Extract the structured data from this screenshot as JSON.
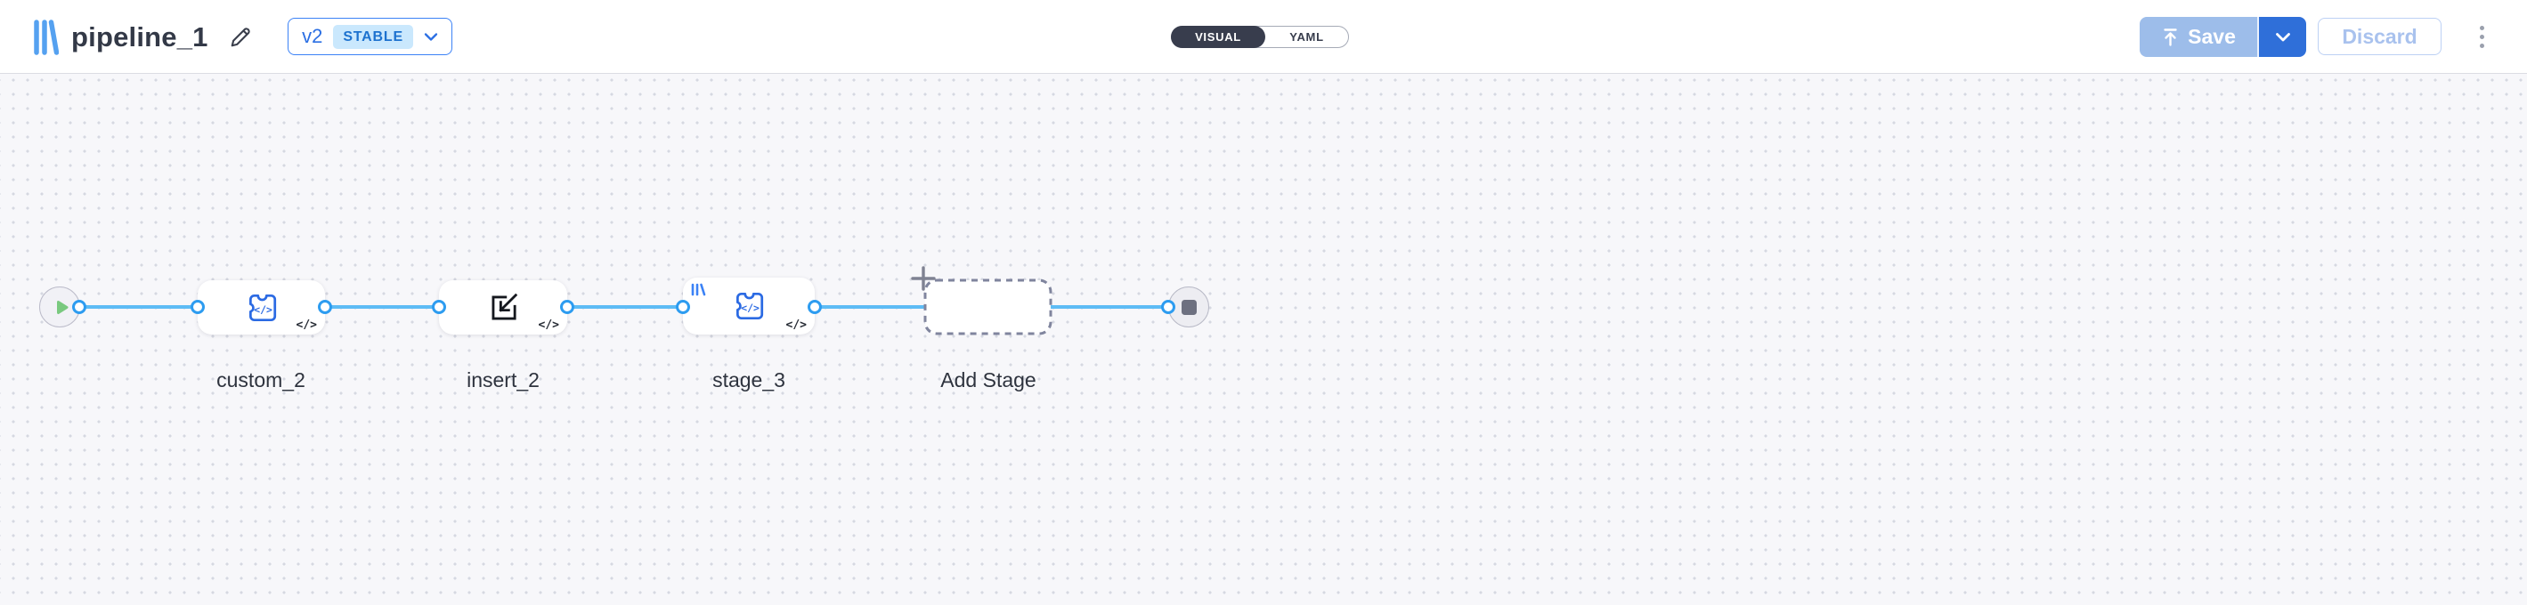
{
  "header": {
    "title": "pipeline_1",
    "version": {
      "label": "v2",
      "status_badge": "STABLE"
    },
    "view_toggle": {
      "visual": "VISUAL",
      "yaml": "YAML",
      "selected": "VISUAL"
    },
    "save_label": "Save",
    "discard_label": "Discard"
  },
  "pipeline": {
    "stages": [
      {
        "label": "custom_2",
        "icon": "puzzle-code-icon",
        "code_badge": "</>"
      },
      {
        "label": "insert_2",
        "icon": "import-icon",
        "code_badge": "</>"
      },
      {
        "label": "stage_3",
        "icon": "puzzle-code-icon",
        "code_badge": "</>",
        "corner_badge": "brand-logo"
      }
    ],
    "add_stage_label": "Add Stage",
    "start_node": "play",
    "end_node": "stop"
  },
  "colors": {
    "accent_blue": "#2f6fd9",
    "disabled_save_blue": "#9dbdea",
    "line_blue": "#5ebcf5",
    "port_blue": "#2d9cf0",
    "icon_blue": "#2b6ae3",
    "version_border_blue": "#3b82f6",
    "status_badge_bg": "#cae8fd",
    "status_badge_text": "#1d72cf",
    "toggle_dark": "#383d4d",
    "play_green": "#79c97f",
    "stop_gray": "#6d7080",
    "canvas_bg": "#f7f7fa",
    "canvas_dot": "#d6d8e1"
  }
}
